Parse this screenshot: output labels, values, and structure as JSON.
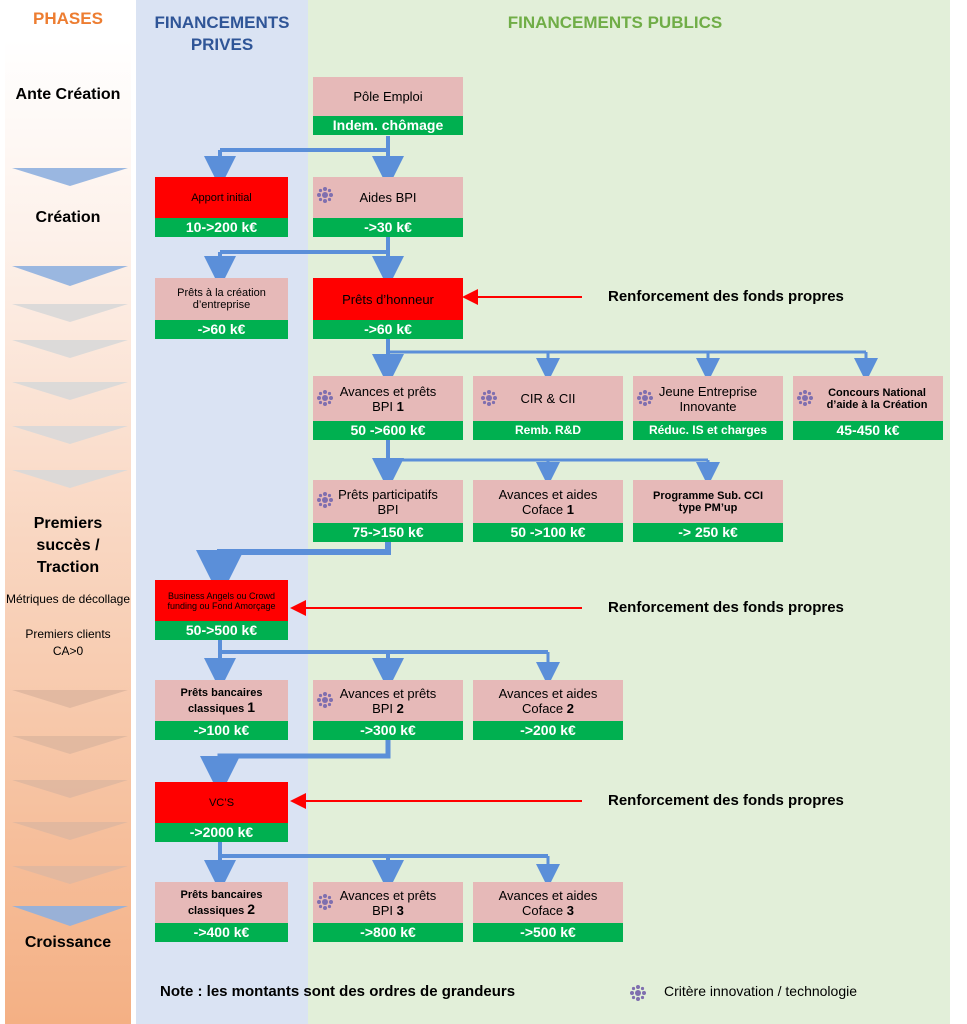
{
  "headers": {
    "phases": "PHASES",
    "prives": "FINANCEMENTS PRIVES",
    "publics": "FINANCEMENTS PUBLICS"
  },
  "phases": {
    "ante": "Ante Création",
    "creation": "Création",
    "premiers": "Premiers succès / Traction",
    "metriques": "Métriques de décollage",
    "clients": "Premiers clients",
    "ca": "CA>0",
    "croissance": "Croissance"
  },
  "boxes": {
    "pole_emploi": {
      "title": "Pôle Emploi",
      "value": "Indem. chômage"
    },
    "aides_bpi": {
      "title": "Aides BPI",
      "value": "->30 k€"
    },
    "apport": {
      "title": "Apport initial",
      "value": "10->200 k€"
    },
    "prets_creation": {
      "title": "Prêts à la création d’entreprise",
      "value": "->60 k€"
    },
    "prets_honneur": {
      "title": "Prêts d’honneur",
      "value": "->60 k€"
    },
    "avances_bpi1": {
      "title": "Avances et prêts BPI",
      "num": "1",
      "value": "50 ->600 k€"
    },
    "cir": {
      "title": "CIR & CII",
      "value": "Remb.  R&D"
    },
    "jei": {
      "title": "Jeune Entreprise Innovante",
      "value": "Réduc. IS et charges"
    },
    "concours": {
      "title": "Concours National d’aide à la Création",
      "value": "45-450 k€"
    },
    "prets_part": {
      "title": "Prêts participatifs BPI",
      "value": "75->150 k€"
    },
    "coface1": {
      "title": "Avances  et aides Coface",
      "num": "1",
      "value": "50 ->100 k€"
    },
    "pmup": {
      "title": "Programme Sub. CCI type PM’up",
      "value": "-> 250 k€"
    },
    "business": {
      "title": "Business Angels ou Crowd funding ou Fond Amorçage",
      "value": "50->500 k€"
    },
    "bancaires1": {
      "title": "Prêts bancaires classiques",
      "num": "1",
      "value": "->100 k€"
    },
    "avances_bpi2": {
      "title": "Avances et prêts BPI",
      "num": "2",
      "value": "->300 k€"
    },
    "coface2": {
      "title": "Avances  et aides Coface",
      "num": "2",
      "value": "->200 k€"
    },
    "vcs": {
      "title": "VC’S",
      "value": "->2000 k€"
    },
    "bancaires2": {
      "title": "Prêts bancaires classiques",
      "num": "2",
      "value": "->400 k€"
    },
    "avances_bpi3": {
      "title": "Avances et prêts BPI",
      "num": "3",
      "value": "->800 k€"
    },
    "coface3": {
      "title": "Avances  et aides Coface",
      "num": "3",
      "value": "->500 k€"
    }
  },
  "renforcement": "Renforcement des fonds propres",
  "note": "Note : les montants sont des ordres de grandeurs",
  "legend": "Critère innovation / technologie",
  "colors": {
    "box": "#e6b9b8",
    "red": "#ff0000",
    "green": "#00b050",
    "arrow": "#5b8fd9",
    "red_arrow": "#ff0000"
  }
}
